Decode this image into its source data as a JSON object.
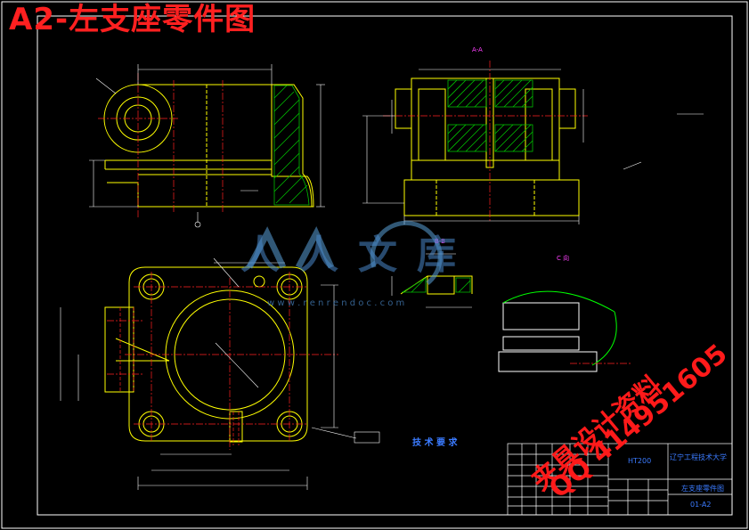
{
  "title": "A2-左支座零件图",
  "watermark": {
    "brand": "人人文库",
    "url": "w w w . r e n r e n d o c . c o m",
    "promo_line1": "夹具设计资料",
    "promo_line2": "QQ 414951605"
  },
  "sections": {
    "section_aa": "A-A",
    "section_bb": "B-B",
    "view_c": "C 向"
  },
  "tech_requirements_title": "技 术 要 求",
  "title_block": {
    "school": "辽宁工程技术大学",
    "part_name": "左支座零件图",
    "material": "HT200",
    "drawing_no": "01-A2"
  },
  "colors": {
    "background": "#000000",
    "outline": "#ffff00",
    "centerline": "#ff2020",
    "dimension": "#ffffff",
    "hatch": "#00c000",
    "cutting": "#00ffff",
    "title": "#ff2020"
  }
}
